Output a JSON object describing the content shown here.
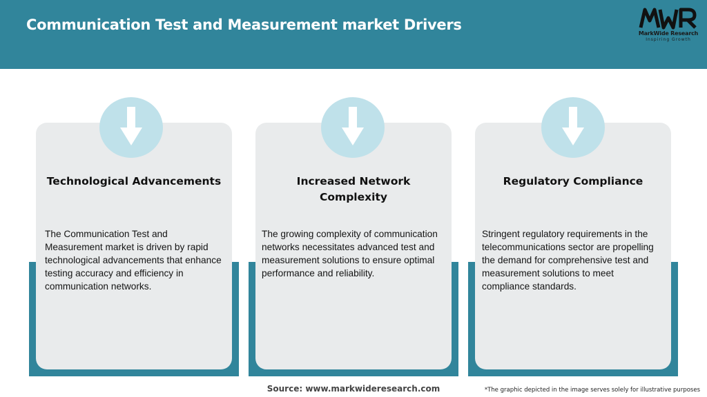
{
  "header": {
    "title": "Communication Test and Measurement market Drivers",
    "background_color": "#31859b"
  },
  "logo": {
    "mark": "MWR",
    "name": "MarkWide Research",
    "tagline": "Inspiring Growth"
  },
  "cards": [
    {
      "icon": "down-arrow-icon",
      "title": "Technological Advancements",
      "body": "The Communication Test and Measurement market is driven by rapid technological advancements that enhance testing accuracy and efficiency in communication networks."
    },
    {
      "icon": "down-arrow-icon",
      "title": "Increased Network Complexity",
      "body": "The growing complexity of communication networks necessitates advanced test and measurement solutions to ensure optimal performance and reliability."
    },
    {
      "icon": "down-arrow-icon",
      "title": "Regulatory Compliance",
      "body": "Stringent regulatory requirements in the telecommunications sector are propelling the demand for comprehensive test and measurement solutions to meet compliance standards."
    }
  ],
  "footer": {
    "source": "Source: www.markwideresearch.com",
    "disclaimer": "*The graphic depicted in the image serves solely for illustrative purposes"
  },
  "colors": {
    "accent": "#31859b",
    "card": "#e9ebec",
    "circle": "#bfe1ea"
  }
}
